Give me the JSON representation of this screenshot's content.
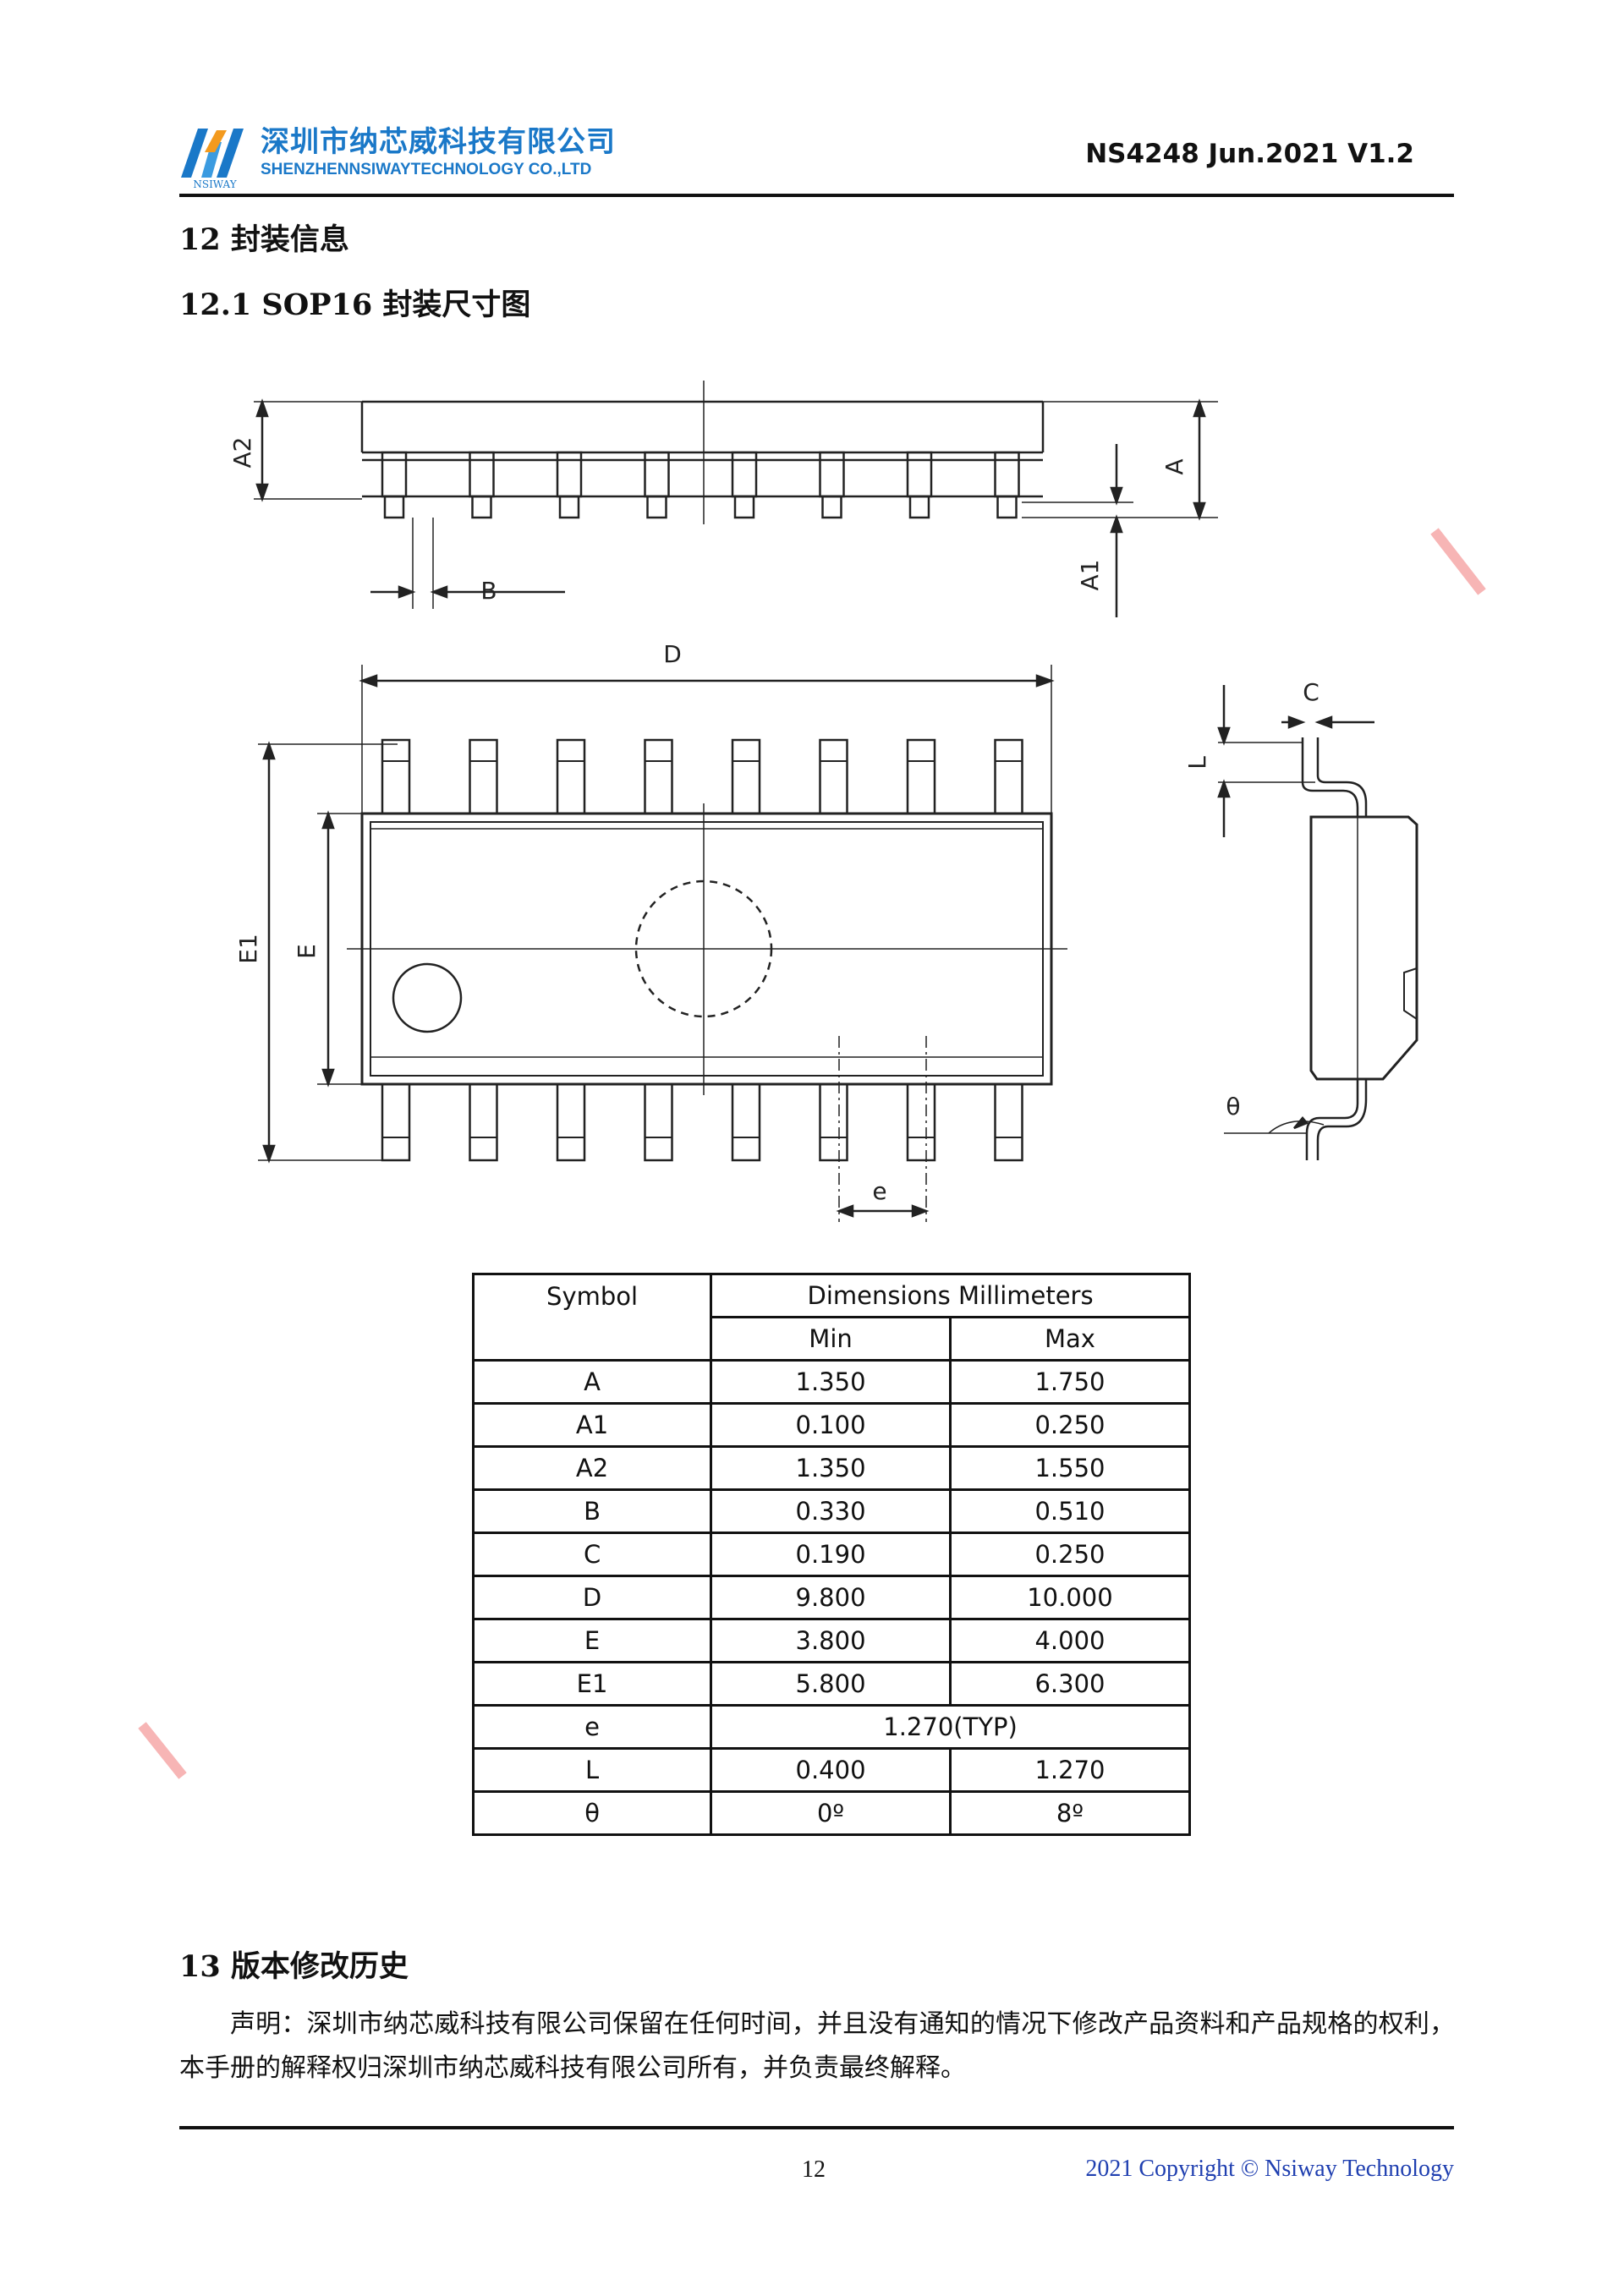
{
  "header": {
    "company_cn": "深圳市纳芯威科技有限公司",
    "company_en": "SHENZHENNSIWAYTECHNOLOGY CO.,LTD",
    "logo_text": "NSIWAY",
    "doc_version": "NS4248 Jun.2021 V1.2",
    "brand_color": "#1a78c8"
  },
  "sections": {
    "s12": "12  封装信息",
    "s12_1": "12.1 SOP16 封装尺寸图",
    "s13": "13  版本修改历史"
  },
  "drawing": {
    "labels": {
      "A": "A",
      "A1": "A1",
      "A2": "A2",
      "B": "B",
      "C": "C",
      "D": "D",
      "E": "E",
      "E1": "E1",
      "e": "e",
      "L": "L",
      "theta": "θ"
    }
  },
  "table": {
    "headers": {
      "symbol": "Symbol",
      "dimensions": "Dimensions Millimeters",
      "min": "Min",
      "max": "Max"
    },
    "rows": [
      {
        "symbol": "A",
        "min": "1.350",
        "max": "1.750"
      },
      {
        "symbol": "A1",
        "min": "0.100",
        "max": "0.250"
      },
      {
        "symbol": "A2",
        "min": "1.350",
        "max": "1.550"
      },
      {
        "symbol": "B",
        "min": "0.330",
        "max": "0.510"
      },
      {
        "symbol": "C",
        "min": "0.190",
        "max": "0.250"
      },
      {
        "symbol": "D",
        "min": "9.800",
        "max": "10.000"
      },
      {
        "symbol": "E",
        "min": "3.800",
        "max": "4.000"
      },
      {
        "symbol": "E1",
        "min": "5.800",
        "max": "6.300"
      },
      {
        "symbol": "e",
        "typ": "1.270(TYP)"
      },
      {
        "symbol": "L",
        "min": "0.400",
        "max": "1.270"
      },
      {
        "symbol": "θ",
        "min": "0º",
        "max": "8º"
      }
    ]
  },
  "note": "声明：深圳市纳芯威科技有限公司保留在任何时间，并且没有通知的情况下修改产品资料和产品规格的权利，本手册的解释权归深圳市纳芯威科技有限公司所有，并负责最终解释。",
  "footer": {
    "page_number": "12",
    "copyright": "2021 Copyright © Nsiway Technology",
    "copyright_color": "#1f3fb0"
  }
}
